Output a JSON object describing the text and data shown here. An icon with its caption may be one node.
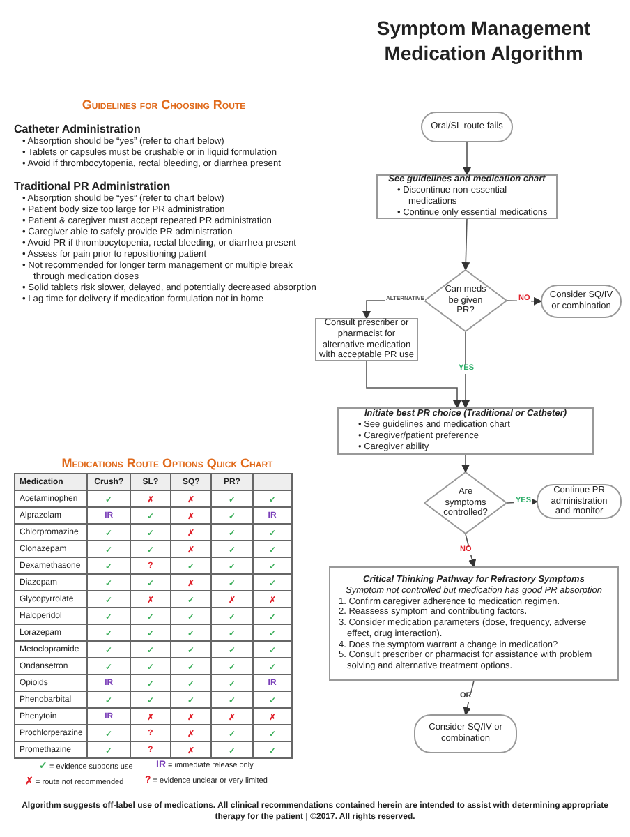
{
  "diagram": {
    "title": "Symptom Management Medication Algorithm",
    "caption": "Algorithm suggests off-label use of medications. All clinical recommendations contained herein are intended to assist with determining appropriate therapy for the patient | ©2017. All rights reserved.",
    "nodes": [
      {
        "text": [
          "Oral/SL route fails"
        ]
      },
      {
        "text": [
          "See guidelines and medication chart",
          "• Discontinue non-essential medications",
          "• Continue only essential medications"
        ]
      },
      {
        "text": [
          "Can meds be given PR?"
        ]
      },
      {
        "text": [
          "Consider SQ/IV or combination"
        ]
      },
      {
        "text": [
          "Consult prescriber or pharmacist for alternative medication with acceptable PR use"
        ]
      },
      {
        "text": [
          "Initiate best PR choice (Traditional or Catheter)",
          "• See guidelines and medication chart",
          "• Caregiver/patient preference",
          "• Caregiver ability"
        ]
      },
      {
        "text": [
          "Are symptoms controlled?"
        ]
      },
      {
        "text": [
          "Continue PR administration and monitor"
        ]
      },
      {
        "text": [
          "Critical Thinking Pathway for Refractory Symptoms",
          "Symptom not controlled but medication has good PR absorption",
          "1. Confirm caregiver adherence to medication regimen.",
          "2. Reassess symptom and contributing factors.",
          "3. Consider medication parameters (dose, frequency, adverse effect, drug interaction).",
          "4. Does the symptom warrant a change in medication?",
          "5. Consult prescriber or pharmacist for assistance with problem solving and alternative treatment options."
        ]
      },
      {
        "text": [
          "Consider SQ/IV or combination"
        ]
      }
    ],
    "edges": [
      {
        "from": 0,
        "to": 1,
        "arrow": "to"
      },
      {
        "from": 1,
        "to": 2,
        "arrow": "to"
      },
      {
        "from": 2,
        "to": 3,
        "arrow": "to",
        "label": "NO"
      },
      {
        "from": 2,
        "to": 4,
        "arrow": "to",
        "label": "ALTERNATIVE"
      },
      {
        "from": 2,
        "to": 5,
        "arrow": "to",
        "label": "YES"
      },
      {
        "from": 4,
        "to": 5,
        "arrow": "to"
      },
      {
        "from": 5,
        "to": 6,
        "arrow": "to"
      },
      {
        "from": 6,
        "to": 7,
        "arrow": "to",
        "label": "YES"
      },
      {
        "from": 6,
        "to": 8,
        "arrow": "to",
        "label": "NO"
      },
      {
        "from": 8,
        "to": 9,
        "arrow": "to",
        "label": "OR"
      }
    ],
    "labels": [
      "Guidelines for Choosing Route",
      "Catheter Administration",
      "• Absorption should be “yes” (refer to chart below)",
      "• Tablets or capsules must be crushable or in liquid formulation",
      "• Avoid if thrombocytopenia, rectal bleeding, or diarrhea present",
      "Traditional PR Administration",
      "• Absorption should be “yes” (refer to chart below)",
      "• Patient body size too large for PR administration",
      "• Patient & caregiver must accept repeated PR administration",
      "• Caregiver able to safely provide PR administration",
      "• Avoid PR if thrombocytopenia, rectal bleeding, or diarrhea present",
      "• Assess for pain prior to repositioning patient",
      "• Not recommended for longer term management or multiple break through medication doses",
      "• Solid tablets risk slower, delayed, and potentially decreased absorption",
      "• Lag time for delivery if medication formulation not in home",
      "Medications Route Options Quick Chart",
      "Medication",
      "Crush?",
      "SL?",
      "SQ?",
      "PR?",
      "Acetaminophen",
      "✓",
      "✗",
      "✗",
      "✓",
      "✓",
      "Alprazolam",
      "IR",
      "✓",
      "✗",
      "✓",
      "IR",
      "Chlorpromazine",
      "✓",
      "✓",
      "✗",
      "✓",
      "✓",
      "Clonazepam",
      "✓",
      "✓",
      "✗",
      "✓",
      "✓",
      "Dexamethasone",
      "✓",
      "?",
      "✓",
      "✓",
      "✓",
      "Diazepam",
      "✓",
      "✓",
      "✗",
      "✓",
      "✓",
      "Glycopyrrolate",
      "✓",
      "✗",
      "✓",
      "✗",
      "✗",
      "Haloperidol",
      "✓",
      "✓",
      "✓",
      "✓",
      "✓",
      "Lorazepam",
      "✓",
      "✓",
      "✓",
      "✓",
      "✓",
      "Metoclopramide",
      "✓",
      "✓",
      "✓",
      "✓",
      "✓",
      "Ondansetron",
      "✓",
      "✓",
      "✓",
      "✓",
      "✓",
      "Opioids",
      "IR",
      "✓",
      "✓",
      "✓",
      "IR",
      "Phenobarbital",
      "✓",
      "✓",
      "✓",
      "✓",
      "✓",
      "Phenytoin",
      "IR",
      "✗",
      "✗",
      "✗",
      "✗",
      "Prochlorperazine",
      "✓",
      "?",
      "✗",
      "✓",
      "✓",
      "Promethazine",
      "✓",
      "?",
      "✗",
      "✓",
      "✓"
    ],
    "legend": [
      {
        "text": "✓ = evidence supports use"
      },
      {
        "text": "IR = immediate release only"
      },
      {
        "text": "✗ = route not recommended"
      },
      {
        "text": "? = evidence unclear or very limited"
      }
    ]
  }
}
